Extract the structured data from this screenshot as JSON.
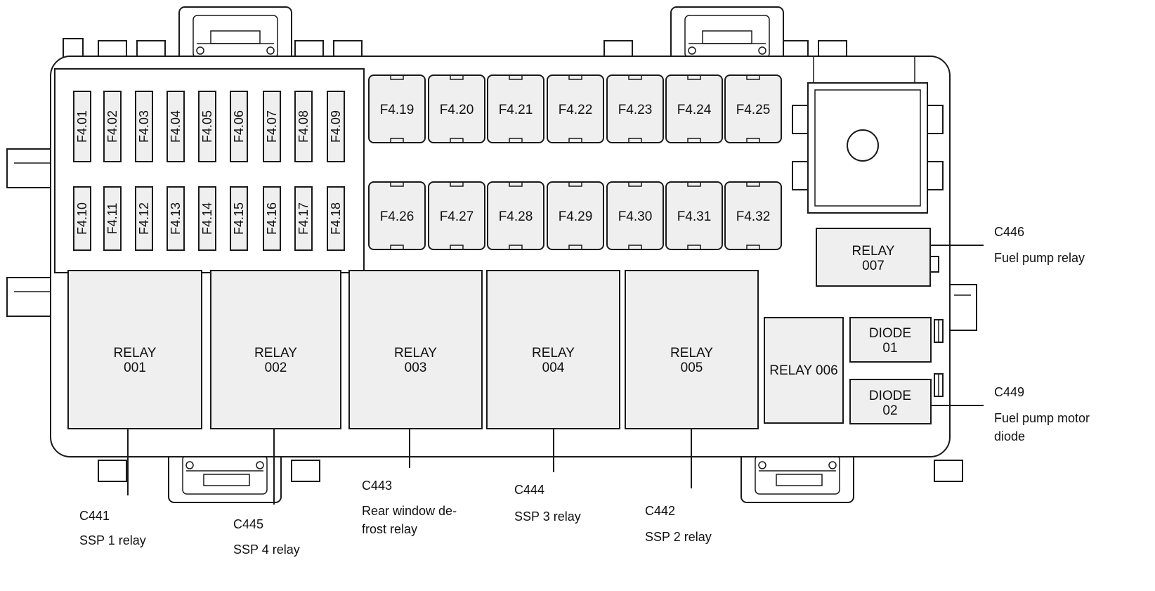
{
  "small_fuses": [
    "F4.01",
    "F4.02",
    "F4.03",
    "F4.04",
    "F4.05",
    "F4.06",
    "F4.07",
    "F4.08",
    "F4.09",
    "F4.10",
    "F4.11",
    "F4.12",
    "F4.13",
    "F4.14",
    "F4.15",
    "F4.16",
    "F4.17",
    "F4.18"
  ],
  "large_fuses": [
    "F4.19",
    "F4.20",
    "F4.21",
    "F4.22",
    "F4.23",
    "F4.24",
    "F4.25",
    "F4.26",
    "F4.27",
    "F4.28",
    "F4.29",
    "F4.30",
    "F4.31",
    "F4.32"
  ],
  "relays": [
    {
      "line1": "RELAY",
      "line2": "001"
    },
    {
      "line1": "RELAY",
      "line2": "002"
    },
    {
      "line1": "RELAY",
      "line2": "003"
    },
    {
      "line1": "RELAY",
      "line2": "004"
    },
    {
      "line1": "RELAY",
      "line2": "005"
    }
  ],
  "relay006": "RELAY 006",
  "relay007": {
    "line1": "RELAY",
    "line2": "007"
  },
  "diode01": {
    "line1": "DIODE",
    "line2": "01"
  },
  "diode02": {
    "line1": "DIODE",
    "line2": "02"
  },
  "callouts": {
    "c441": {
      "code": "C441",
      "desc": "SSP 1 relay"
    },
    "c445": {
      "code": "C445",
      "desc": "SSP 4 relay"
    },
    "c443": {
      "code": "C443",
      "desc_line1": "Rear window de-",
      "desc_line2": "frost relay"
    },
    "c444": {
      "code": "C444",
      "desc": "SSP 3 relay"
    },
    "c442": {
      "code": "C442",
      "desc": "SSP 2 relay"
    },
    "c446": {
      "code": "C446",
      "desc": "Fuel pump relay"
    },
    "c449": {
      "code": "C449",
      "desc_line1": "Fuel pump motor",
      "desc_line2": "diode"
    }
  }
}
